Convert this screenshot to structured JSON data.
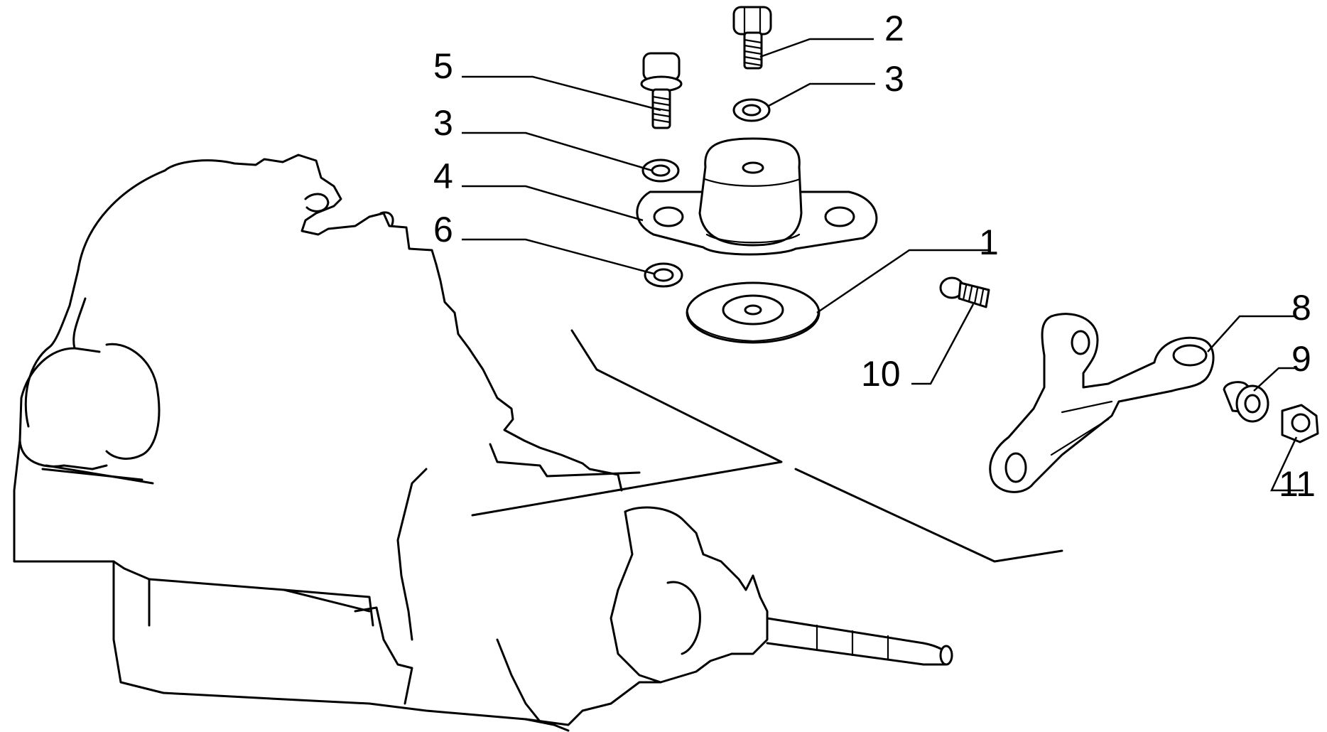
{
  "callouts": {
    "c1": "1",
    "c2": "2",
    "c3a": "3",
    "c3b": "3",
    "c4": "4",
    "c5": "5",
    "c6": "6",
    "c8": "8",
    "c9": "9",
    "c10": "10",
    "c11": "11"
  }
}
